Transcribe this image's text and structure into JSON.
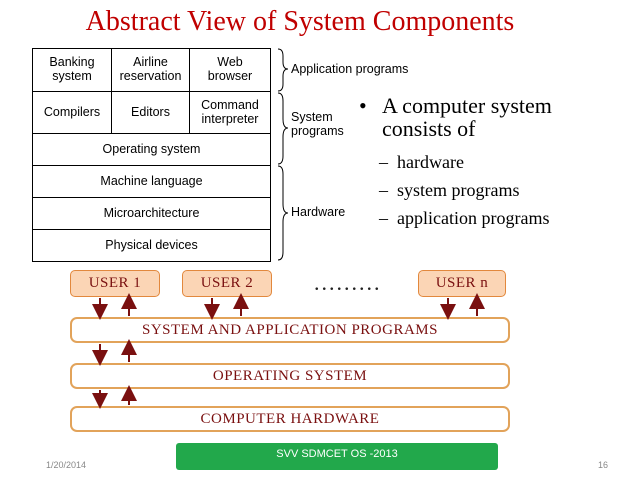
{
  "title": "Abstract View of System Components",
  "grid": {
    "cells": [
      [
        "Banking\nsystem",
        "Airline\nreservation",
        "Web\nbrowser"
      ],
      [
        "Compilers",
        "Editors",
        "Command\ninterpreter"
      ],
      [
        "Operating system"
      ],
      [
        "Machine language"
      ],
      [
        "Microarchitecture"
      ],
      [
        "Physical devices"
      ]
    ],
    "labels": {
      "application": "Application programs",
      "system": "System\nprograms",
      "hardware": "Hardware"
    }
  },
  "bullets": {
    "main": "A computer system consists of",
    "items": [
      "hardware",
      "system programs",
      "application programs"
    ]
  },
  "layers": {
    "users": [
      "USER 1",
      "USER 2",
      "USER n"
    ],
    "ellipsis": ".........",
    "programs": "SYSTEM AND APPLICATION PROGRAMS",
    "os": "OPERATING SYSTEM",
    "hardware": "COMPUTER HARDWARE"
  },
  "footer": {
    "date": "1/20/2014",
    "banner": "SVV SDMCET OS -2013",
    "page": "16"
  },
  "colors": {
    "title": "#c00000",
    "user_fill": "#fbd5b5",
    "layer_border": "#e2a35a",
    "arrow": "#7a1010",
    "banner": "#22a84b"
  }
}
